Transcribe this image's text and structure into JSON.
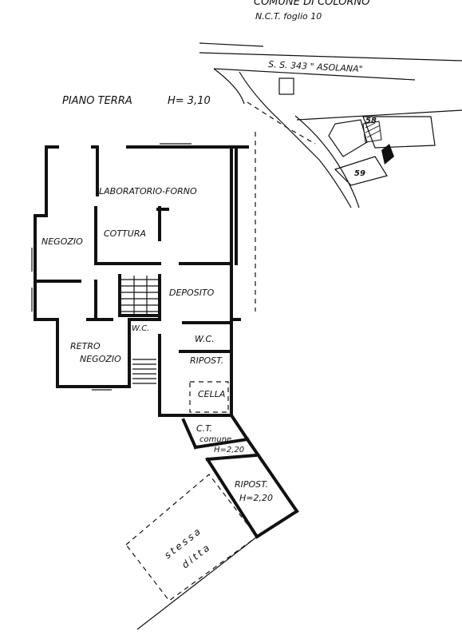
{
  "header": {
    "comune": "COMUNE DI COLORNO",
    "nct": "N.C.T. foglio 10"
  },
  "road": {
    "name": "S. S. 343 \" ASOLANA\""
  },
  "parcels": {
    "p58": "58",
    "p59": "59"
  },
  "floor": {
    "title": "PIANO TERRA",
    "height": "H= 3,10"
  },
  "rooms": {
    "laboratorio": "LABORATORIO-FORNO",
    "negozio": "NEGOZIO",
    "cottura": "COTTURA",
    "deposito": "DEPOSITO",
    "wc1": "W.C.",
    "wc2": "W.C.",
    "retro1": "RETRO",
    "retro2": "NEGOZIO",
    "ripost1": "RIPOST.",
    "cella": "CELLA",
    "ct1": "C.T.",
    "ct2": "comune",
    "ct3": "H=2,20",
    "ripost2a": "RIPOST.",
    "ripost2b": "H=2,20",
    "stessa": "stessa",
    "ditta": "ditta"
  }
}
